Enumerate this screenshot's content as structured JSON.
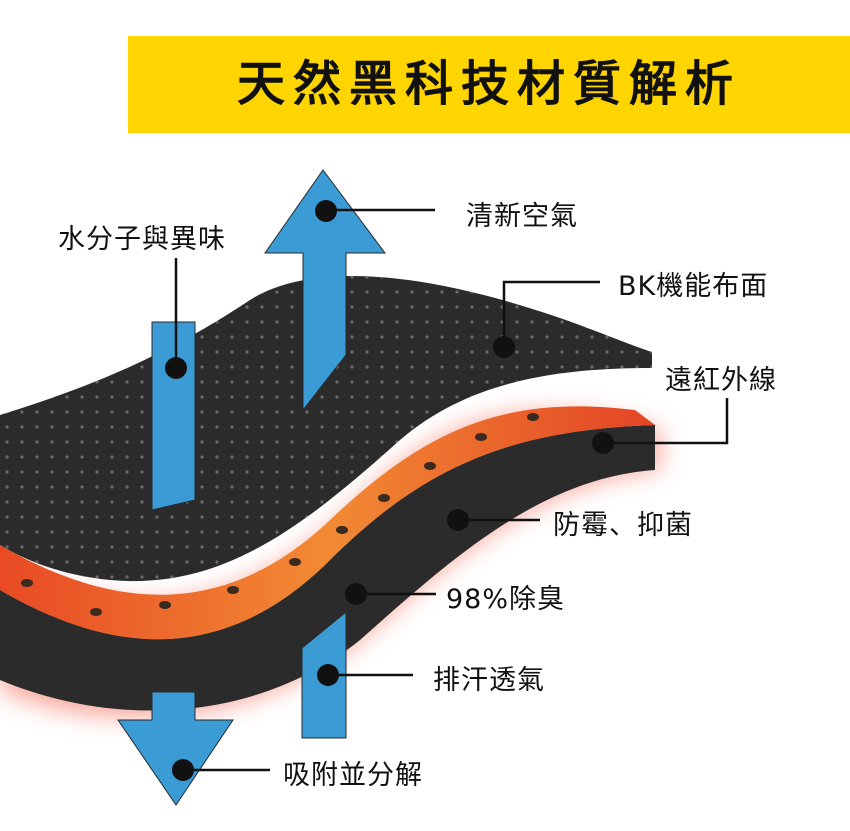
{
  "title": "天然黑科技材質解析",
  "labels": {
    "water_molecules_odor": "水分子與異味",
    "fresh_air": "清新空氣",
    "bk_fabric": "BK機能布面",
    "far_infrared": "遠紅外線",
    "antimold_antibacterial": "防霉、抑菌",
    "deodorize_98": "98%除臭",
    "breathable": "排汗透氣",
    "absorb_decompose": "吸附並分解"
  },
  "colors": {
    "banner": "#ffd500",
    "arrow_blue": "#3a9bd5",
    "fabric_dark": "#2b2b2b",
    "orange_layer": "#f07a2a",
    "red_glow": "#e53a2a"
  }
}
